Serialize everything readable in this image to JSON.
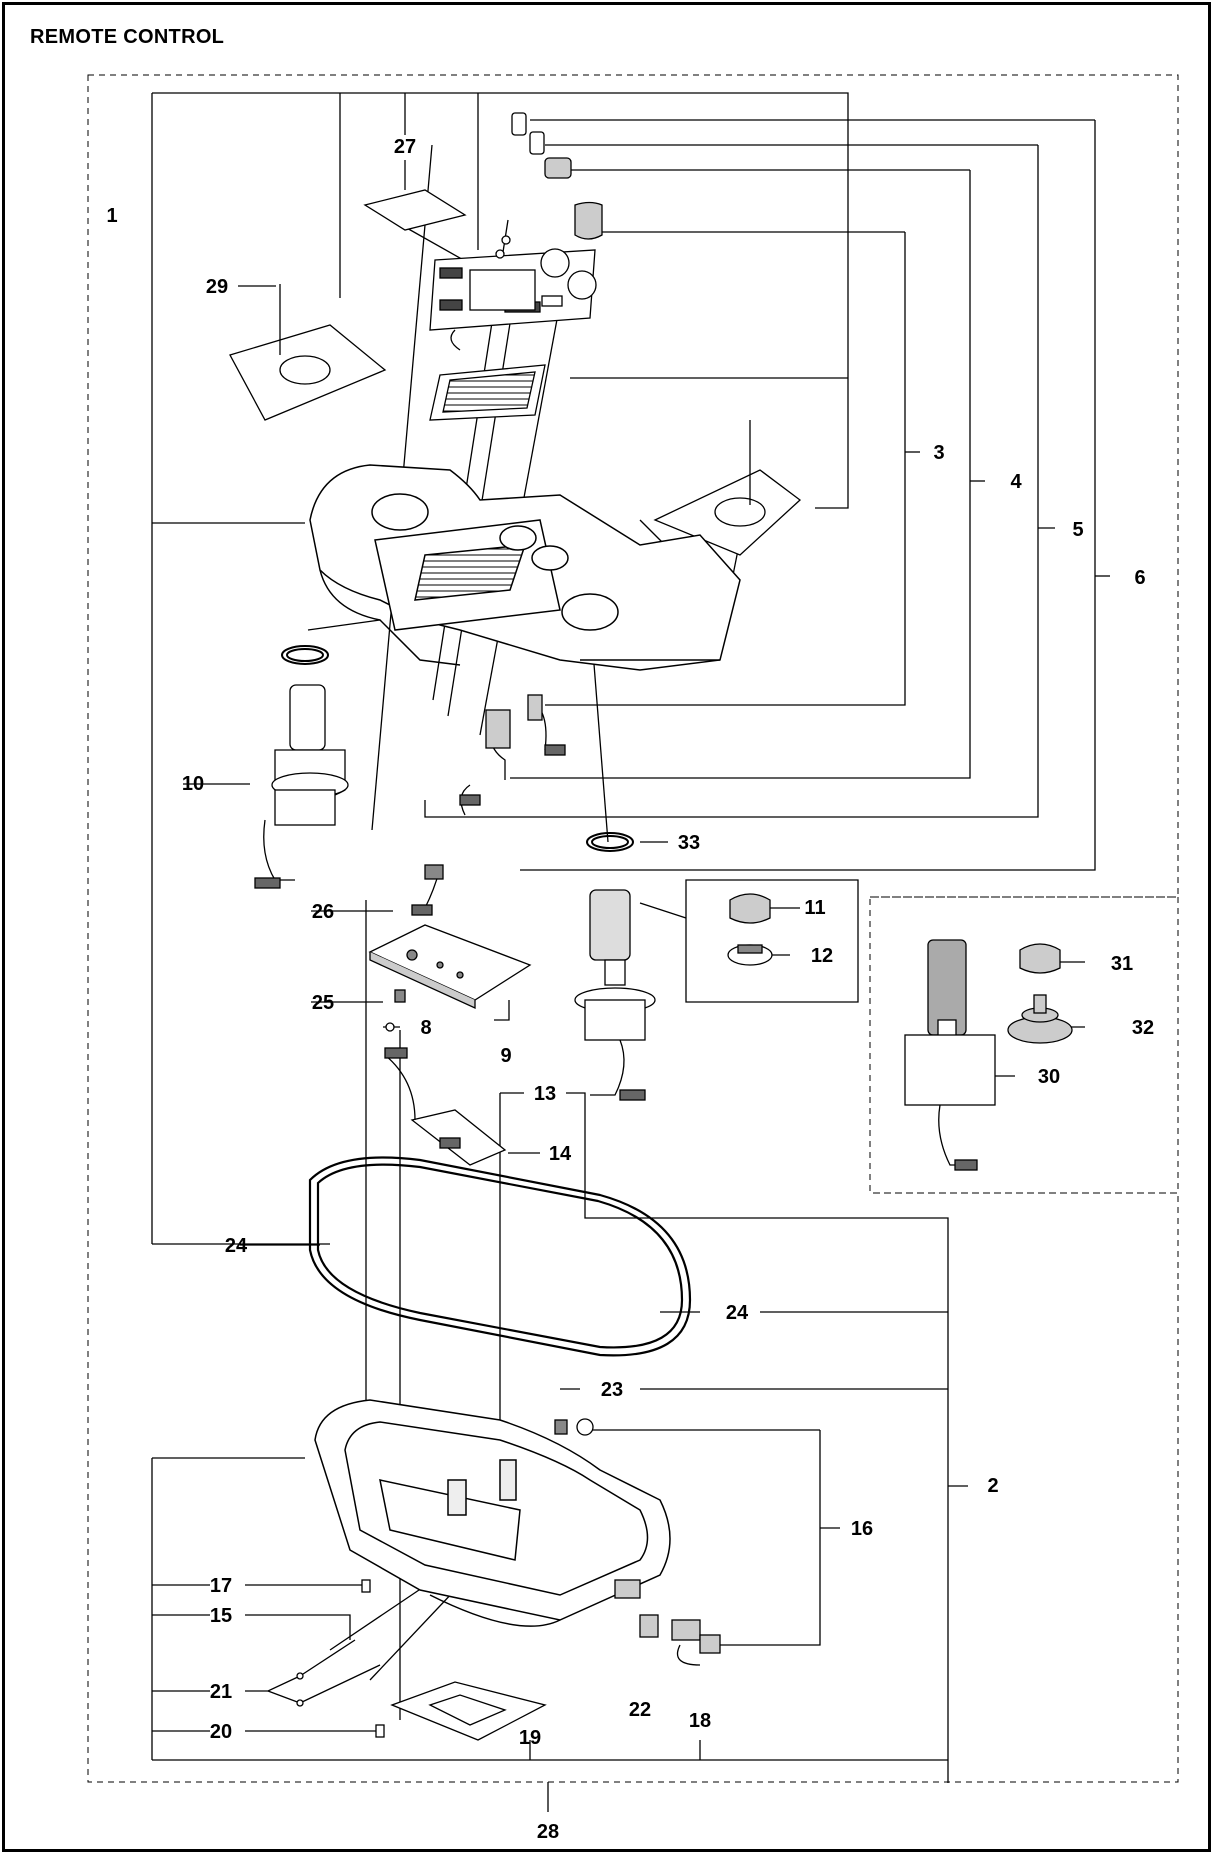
{
  "title": "REMOTE CONTROL",
  "callouts": {
    "c1": "1",
    "c2": "2",
    "c3": "3",
    "c4": "4",
    "c5": "5",
    "c6": "6",
    "c8": "8",
    "c9": "9",
    "c10": "10",
    "c11": "11",
    "c12": "12",
    "c13": "13",
    "c14": "14",
    "c15": "15",
    "c16": "16",
    "c17": "17",
    "c18": "18",
    "c19": "19",
    "c20": "20",
    "c21": "21",
    "c22": "22",
    "c23": "23",
    "c24a": "24",
    "c24b": "24",
    "c25": "25",
    "c26": "26",
    "c27": "27",
    "c28": "28",
    "c29": "29",
    "c30": "30",
    "c31": "31",
    "c32": "32",
    "c33": "33"
  },
  "colors": {
    "ink": "#000000",
    "fill": "#ffffff",
    "shade": "#d8d8d8",
    "dark": "#606060"
  }
}
